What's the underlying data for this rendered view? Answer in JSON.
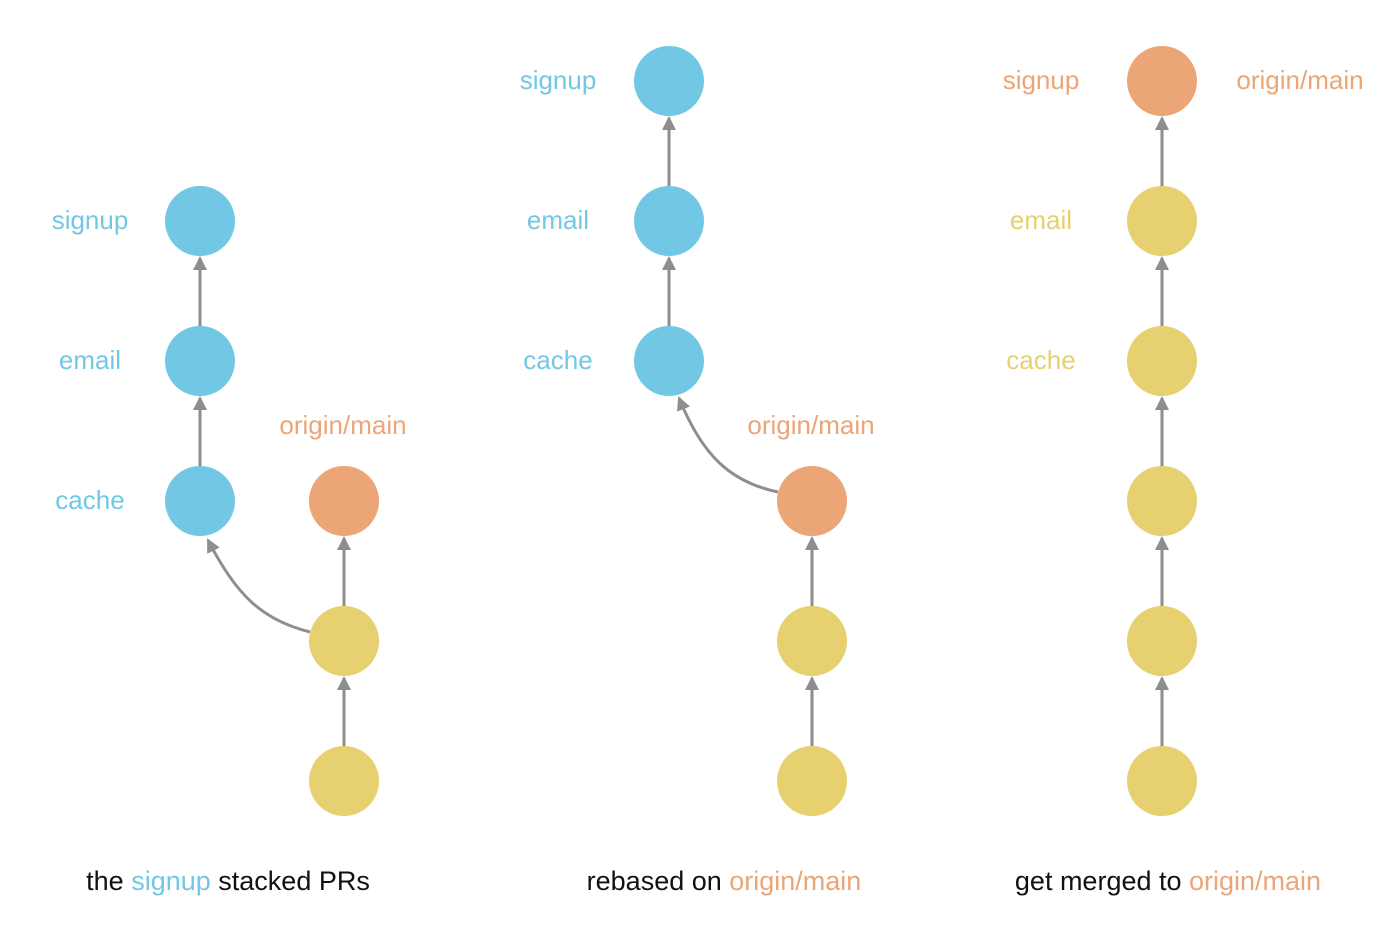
{
  "colors": {
    "branch_blue": "#72c8e4",
    "main_orange": "#eba577",
    "merged_yellow": "#e6d070",
    "edge_gray": "#8e8e8e",
    "caption_black": "#111111"
  },
  "panels": [
    {
      "caption": {
        "pre": "the ",
        "highlight": "signup",
        "post": " stacked PRs",
        "highlight_color": "branch_blue"
      },
      "labels": {
        "signup": "signup",
        "email": "email",
        "cache": "cache",
        "main": "origin/main"
      }
    },
    {
      "caption": {
        "pre": "rebased on ",
        "highlight": "origin/main",
        "post": "",
        "highlight_color": "main_orange"
      },
      "labels": {
        "signup": "signup",
        "email": "email",
        "cache": "cache",
        "main": "origin/main"
      }
    },
    {
      "caption": {
        "pre": "get merged to ",
        "highlight": "origin/main",
        "post": "",
        "highlight_color": "main_orange"
      },
      "labels": {
        "signup": "signup",
        "email": "email",
        "cache": "cache",
        "main": "origin/main"
      }
    }
  ]
}
